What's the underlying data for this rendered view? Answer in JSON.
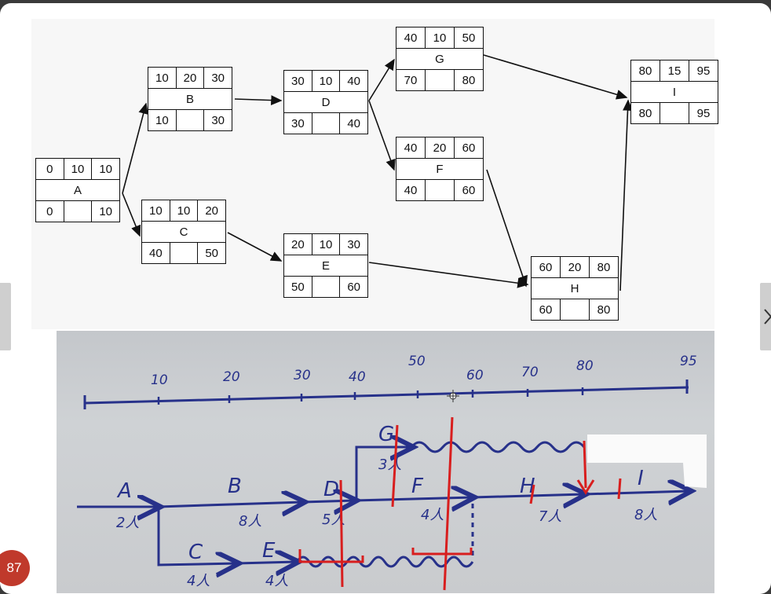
{
  "nodes": [
    {
      "id": "A",
      "es": "0",
      "d": "10",
      "ef": "10",
      "ls": "0",
      "lf": "10"
    },
    {
      "id": "B",
      "es": "10",
      "d": "20",
      "ef": "30",
      "ls": "10",
      "lf": "30"
    },
    {
      "id": "C",
      "es": "10",
      "d": "10",
      "ef": "20",
      "ls": "40",
      "lf": "50"
    },
    {
      "id": "D",
      "es": "30",
      "d": "10",
      "ef": "40",
      "ls": "30",
      "lf": "40"
    },
    {
      "id": "E",
      "es": "20",
      "d": "10",
      "ef": "30",
      "ls": "50",
      "lf": "60"
    },
    {
      "id": "G",
      "es": "40",
      "d": "10",
      "ef": "50",
      "ls": "70",
      "lf": "80"
    },
    {
      "id": "F",
      "es": "40",
      "d": "20",
      "ef": "60",
      "ls": "40",
      "lf": "60"
    },
    {
      "id": "H",
      "es": "60",
      "d": "20",
      "ef": "80",
      "ls": "60",
      "lf": "80"
    },
    {
      "id": "I",
      "es": "80",
      "d": "15",
      "ef": "95",
      "ls": "80",
      "lf": "95"
    }
  ],
  "timeline": {
    "ticks": [
      "10",
      "20",
      "30",
      "40",
      "50",
      "60",
      "70",
      "80",
      "95"
    ]
  },
  "sketch": {
    "activities": [
      "A",
      "B",
      "C",
      "D",
      "E",
      "F",
      "G",
      "H",
      "I"
    ],
    "resources": [
      "2人",
      "8人",
      "4人",
      "5人",
      "4人",
      "4人",
      "3人",
      "7人",
      "8人"
    ]
  },
  "badge": "87"
}
